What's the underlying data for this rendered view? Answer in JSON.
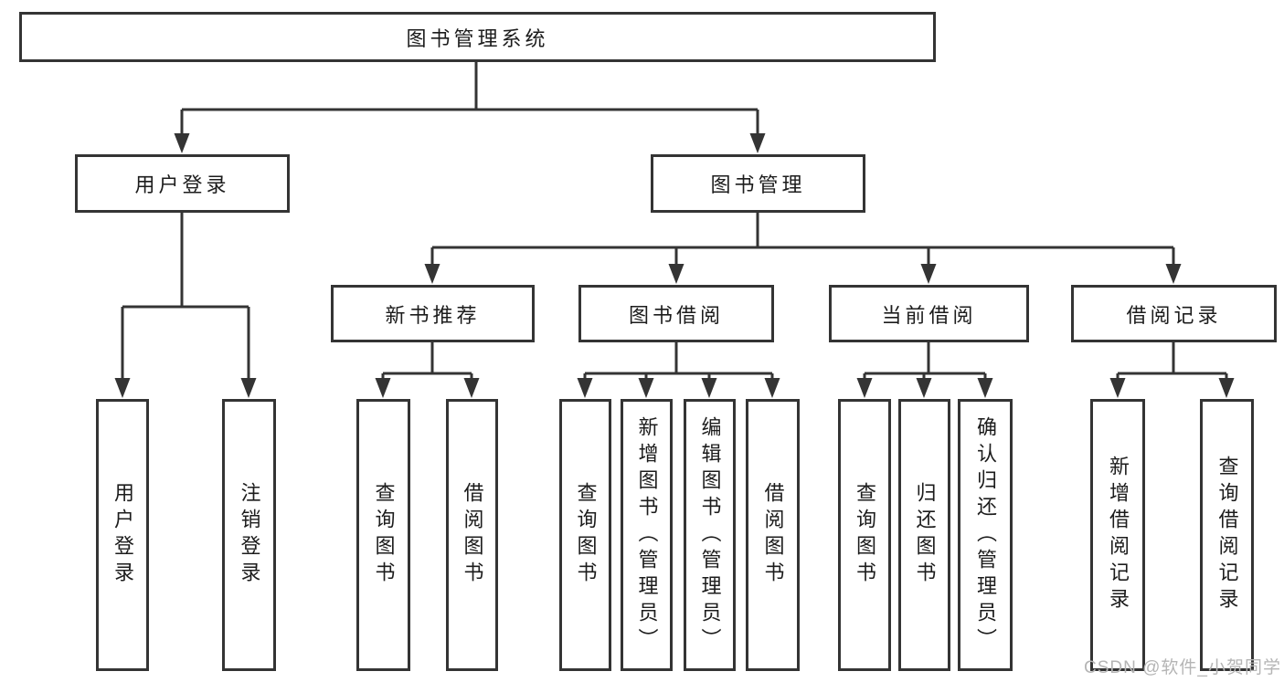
{
  "diagram": {
    "type": "hierarchy-tree",
    "title": "图书管理系统",
    "watermark": "CSDN @软件_小贺同学",
    "colors": {
      "line": "#343434",
      "box_border": "#343434",
      "text": "#1c1c1c",
      "background": "#ffffff",
      "watermark": "#b5b5b5"
    },
    "nodes": {
      "root": {
        "label": "图书管理系统",
        "children": [
          "user_login",
          "book_mgmt"
        ]
      },
      "user_login": {
        "label": "用户登录",
        "children": [
          "leaf_user_login",
          "leaf_logout"
        ]
      },
      "book_mgmt": {
        "label": "图书管理",
        "children": [
          "new_book_rec",
          "book_borrow",
          "current_borrow",
          "borrow_records"
        ]
      },
      "new_book_rec": {
        "label": "新书推荐",
        "children": [
          "leaf_query_book_1",
          "leaf_borrow_book_1"
        ]
      },
      "book_borrow": {
        "label": "图书借阅",
        "children": [
          "leaf_query_book_2",
          "leaf_add_book",
          "leaf_edit_book",
          "leaf_borrow_book_2"
        ]
      },
      "current_borrow": {
        "label": "当前借阅",
        "children": [
          "leaf_query_book_3",
          "leaf_return_book",
          "leaf_confirm_return"
        ]
      },
      "borrow_records": {
        "label": "借阅记录",
        "children": [
          "leaf_add_record",
          "leaf_query_record"
        ]
      },
      "leaf_user_login": {
        "label": "用户登录"
      },
      "leaf_logout": {
        "label": "注销登录"
      },
      "leaf_query_book_1": {
        "label": "查询图书"
      },
      "leaf_borrow_book_1": {
        "label": "借阅图书"
      },
      "leaf_query_book_2": {
        "label": "查询图书"
      },
      "leaf_add_book": {
        "label": "新增图书（管理员）"
      },
      "leaf_edit_book": {
        "label": "编辑图书（管理员）"
      },
      "leaf_borrow_book_2": {
        "label": "借阅图书"
      },
      "leaf_query_book_3": {
        "label": "查询图书"
      },
      "leaf_return_book": {
        "label": "归还图书"
      },
      "leaf_confirm_return": {
        "label": "确认归还（管理员）"
      },
      "leaf_add_record": {
        "label": "新增借阅记录"
      },
      "leaf_query_record": {
        "label": "查询借阅记录"
      }
    }
  }
}
